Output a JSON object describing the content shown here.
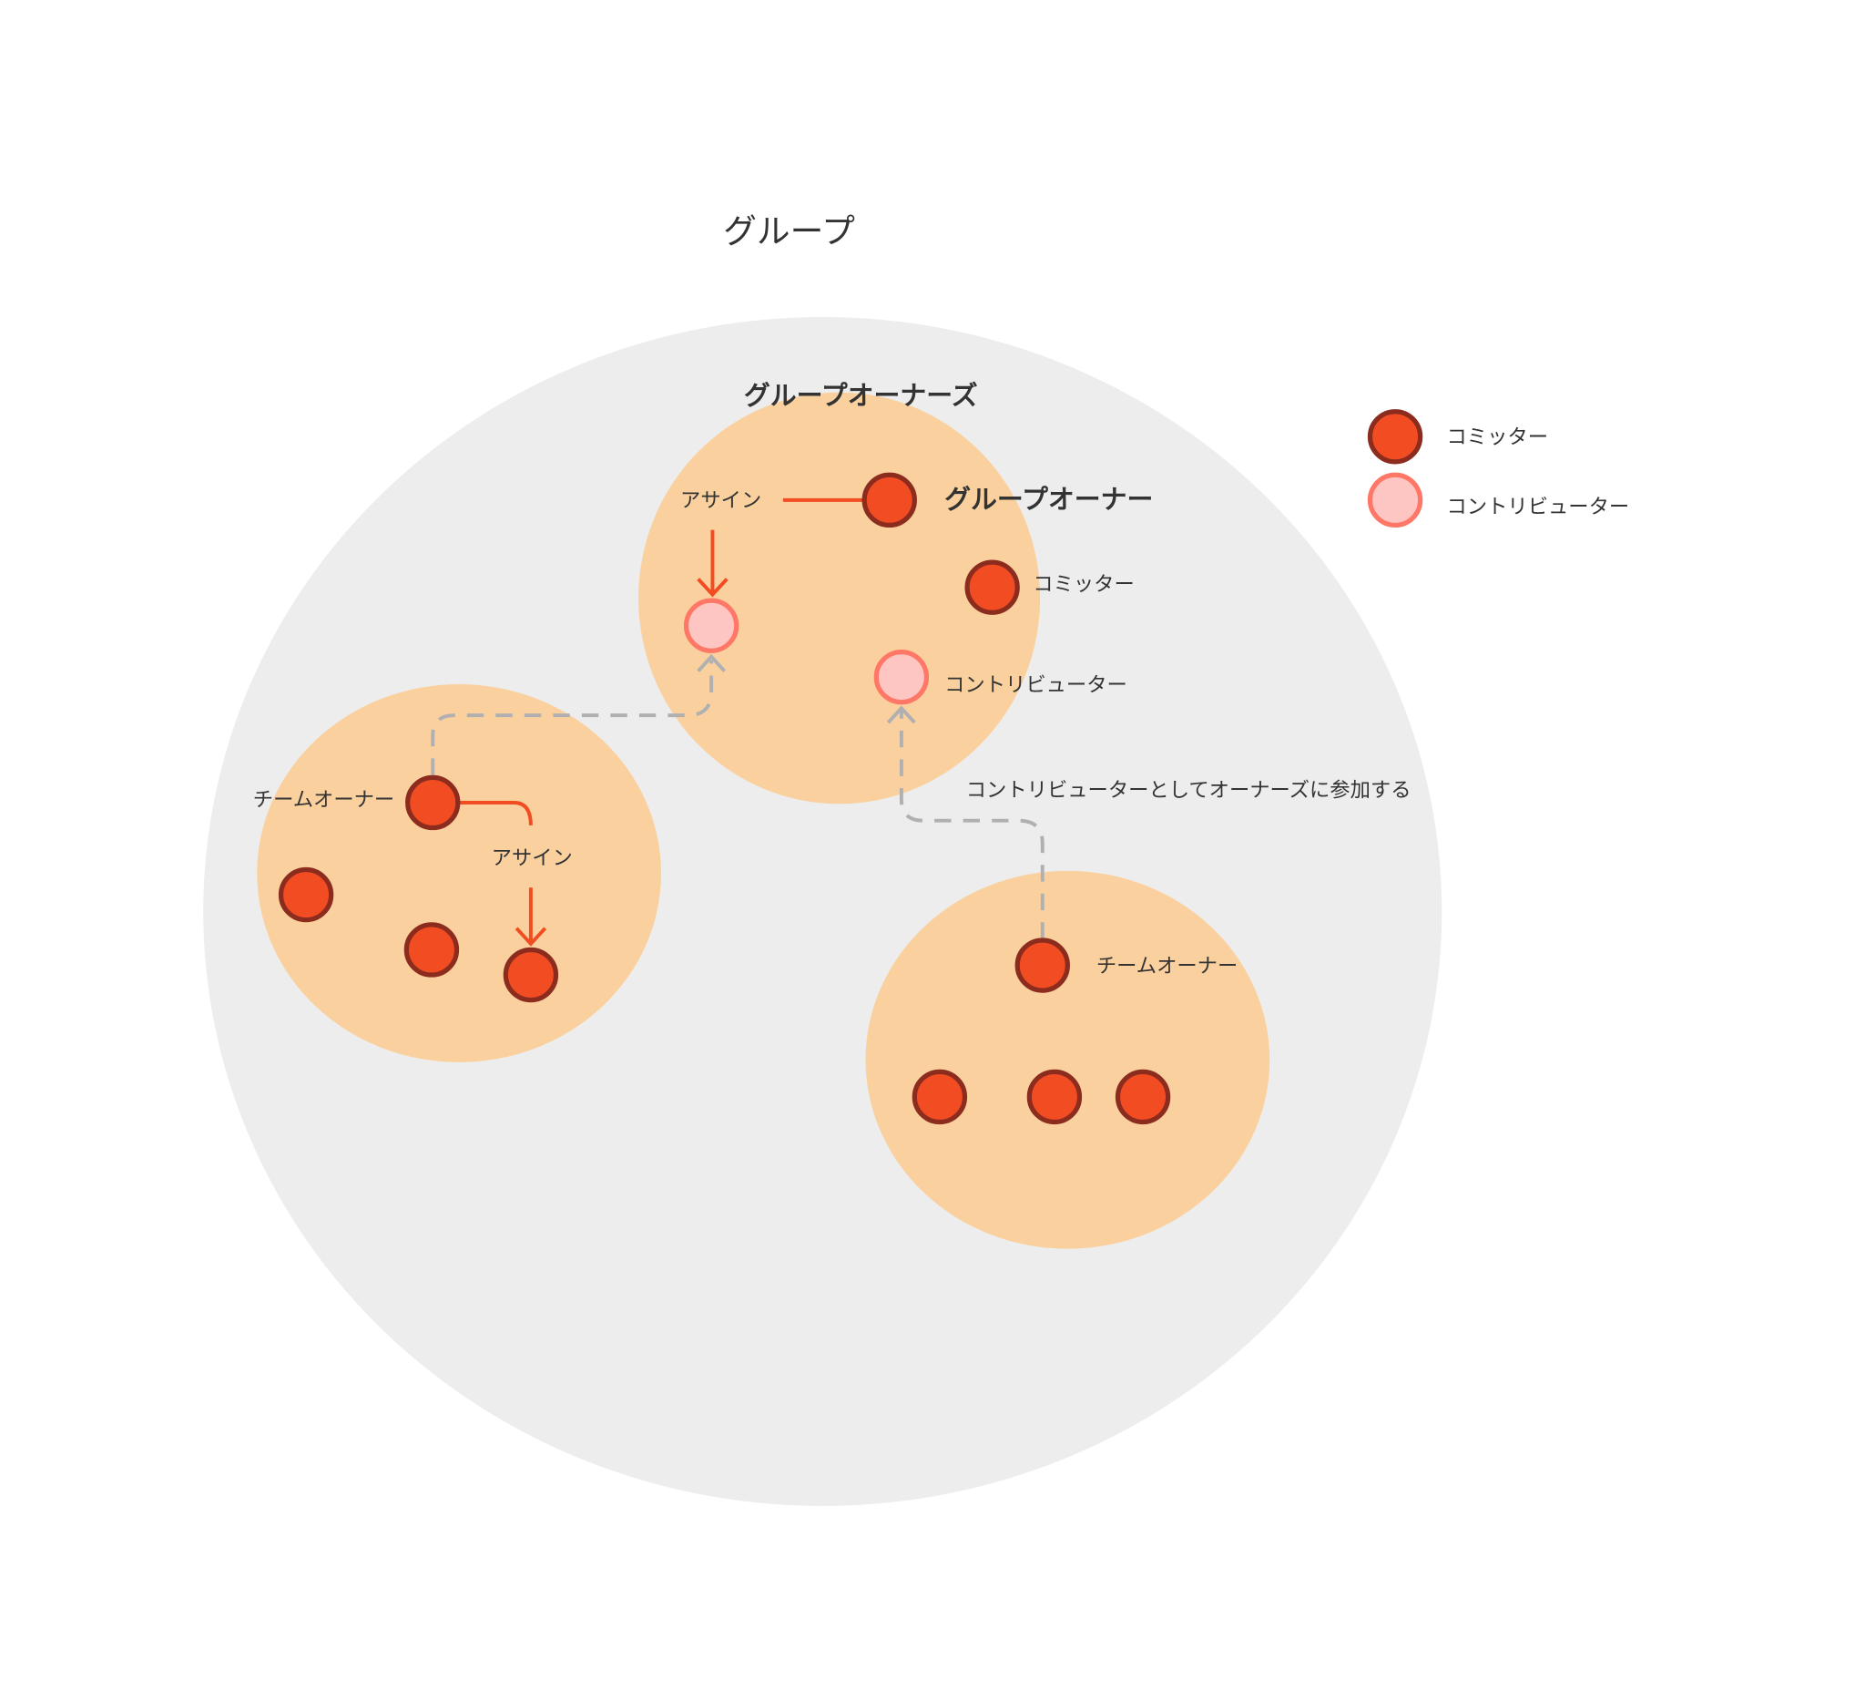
{
  "title": "グループ",
  "colors": {
    "group": "#ededed",
    "team": "#fad19e",
    "committer": "#f24c22",
    "committer_stroke": "#8b2c1e",
    "contributor": "#fec6c2",
    "contributor_stroke": "#ff7766",
    "dashed": "#b0b0b0"
  },
  "owners_group": {
    "title": "グループオーナーズ",
    "owner_label": "グループオーナー",
    "assign_label": "アサイン",
    "committer_label": "コミッター",
    "contributor_label": "コントリビューター"
  },
  "join_label": "コントリビューターとしてオーナーズに参加する",
  "team_left": {
    "owner_label": "チームオーナー",
    "assign_label": "アサイン"
  },
  "team_right": {
    "owner_label": "チームオーナー"
  },
  "legend": [
    {
      "icon": "committer-node",
      "label": "コミッター"
    },
    {
      "icon": "contributor-node",
      "label": "コントリビューター"
    }
  ]
}
